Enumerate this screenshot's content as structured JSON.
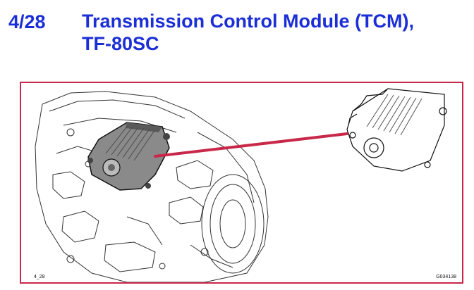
{
  "header": {
    "page_number": "4/28",
    "title": "Transmission Control Module (TCM),\nTF-80SC"
  },
  "figure": {
    "label_left": "4_28",
    "label_right": "G034138",
    "frame_color": "#c8284a",
    "pointer_color": "#c8284a",
    "module_fill": "#8a8a8a"
  }
}
